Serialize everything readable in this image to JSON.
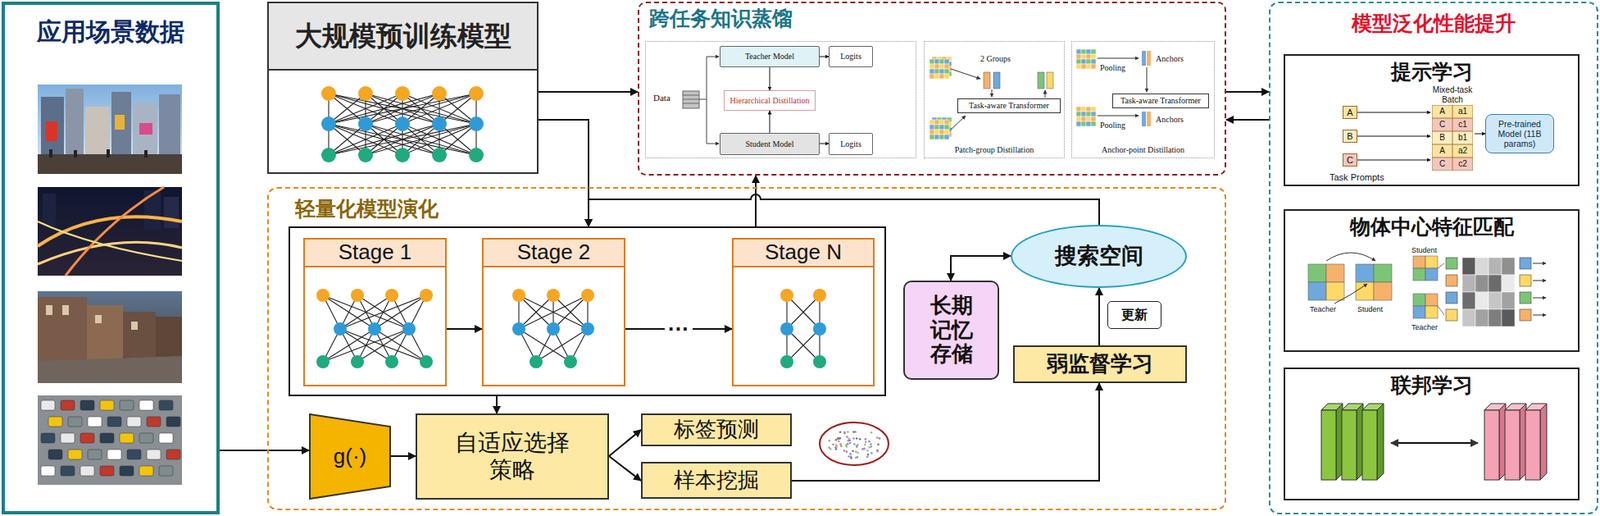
{
  "diagram": {
    "nodes": [
      {
        "text": [
          "应用场景数据"
        ]
      },
      {
        "text": [
          "大规模预训练模型"
        ]
      },
      {
        "text": [
          "跨任务知识蒸馏"
        ]
      },
      {
        "text": [
          "Data"
        ],
        "in": 2
      },
      {
        "text": [
          "Teacher Model"
        ],
        "in": 3
      },
      {
        "text": [
          "Logits"
        ],
        "in": 3
      },
      {
        "text": [
          "Hierarchical Distillation"
        ],
        "in": 3
      },
      {
        "text": [
          "Student Model"
        ],
        "in": 3
      },
      {
        "text": [
          "Logits"
        ],
        "in": 3
      },
      {
        "text": [
          "Patch-group Distillation"
        ],
        "in": 2
      },
      {
        "text": [
          "Task-aware Transformer"
        ],
        "in": 9
      },
      {
        "text": [
          "Anchor-point Distillation"
        ],
        "in": 2
      },
      {
        "text": [
          "Task-aware Transformer"
        ],
        "in": 11
      },
      {
        "text": [
          "模型泛化性能提升"
        ]
      },
      {
        "text": [
          "提示学习"
        ],
        "in": 13
      },
      {
        "text": [
          "A"
        ],
        "in": 14
      },
      {
        "text": [
          "B"
        ],
        "in": 14
      },
      {
        "text": [
          "C"
        ],
        "in": 14
      },
      {
        "text": [
          "Mixed-task Batch",
          "A",
          "a1",
          "C",
          "c1",
          "B",
          "b1",
          "A",
          "a2",
          "C",
          "c2"
        ],
        "in": 14
      },
      {
        "text": [
          "Pre-trained Model (11B params)"
        ],
        "in": 14
      },
      {
        "text": [
          "物体中心特征匹配"
        ],
        "in": 13
      },
      {
        "text": [
          "联邦学习"
        ],
        "in": 13
      },
      {
        "text": [
          "轻量化模型演化"
        ]
      },
      {
        "text": [],
        "in": 22
      },
      {
        "text": [
          "Stage 1"
        ],
        "in": 23
      },
      {
        "text": [
          "Stage 2"
        ],
        "in": 23
      },
      {
        "text": [
          "Stage N"
        ],
        "in": 23
      },
      {
        "text": [
          "搜索空间"
        ],
        "in": 22
      },
      {
        "text": [
          "长期记忆存储"
        ],
        "in": 22
      },
      {
        "text": [
          "更新"
        ],
        "in": 22
      },
      {
        "text": [
          "弱监督学习"
        ],
        "in": 22
      },
      {
        "text": [
          "g(·)"
        ],
        "in": 22
      },
      {
        "text": [
          "自适应选择策略"
        ],
        "in": 22
      },
      {
        "text": [
          "标签预测"
        ],
        "in": 22
      },
      {
        "text": [
          "样本挖掘"
        ],
        "in": 22
      }
    ],
    "edges": [
      {
        "from": 0,
        "to": 31,
        "arrow": "to"
      },
      {
        "from": 1,
        "to": 2,
        "arrow": "to"
      },
      {
        "from": 1,
        "to": 23,
        "arrow": "to"
      },
      {
        "from": 2,
        "to": 13,
        "arrow": "to"
      },
      {
        "from": 13,
        "to": 2,
        "arrow": "to"
      },
      {
        "from": 23,
        "to": 2,
        "arrow": "to"
      },
      {
        "from": 27,
        "to": 23,
        "arrow": "to"
      },
      {
        "from": 24,
        "to": 25,
        "arrow": "to"
      },
      {
        "from": 25,
        "to": 26,
        "arrow": "to",
        "label": "···"
      },
      {
        "from": 23,
        "to": 32,
        "arrow": "to"
      },
      {
        "from": 31,
        "to": 32,
        "arrow": "to"
      },
      {
        "from": 32,
        "to": 33,
        "arrow": "to"
      },
      {
        "from": 32,
        "to": 34,
        "arrow": "to"
      },
      {
        "from": 34,
        "to": 30,
        "arrow": "to"
      },
      {
        "from": 30,
        "to": 27,
        "arrow": "to"
      },
      {
        "from": 28,
        "to": 27,
        "arrow": "both"
      },
      {
        "from": 4,
        "to": 5,
        "arrow": "to"
      },
      {
        "from": 7,
        "to": 8,
        "arrow": "to"
      },
      {
        "from": 4,
        "to": 6,
        "arrow": "to"
      },
      {
        "from": 7,
        "to": 6,
        "arrow": "to"
      },
      {
        "from": 15,
        "to": 18,
        "arrow": "to"
      },
      {
        "from": 16,
        "to": 18,
        "arrow": "to"
      },
      {
        "from": 17,
        "to": 18,
        "arrow": "to"
      },
      {
        "from": 18,
        "to": 19,
        "arrow": "to"
      }
    ],
    "labels": [
      "2 Groups",
      "Pooling",
      "Anchors",
      "Pooling",
      "Anchors",
      "Task Prompts",
      "Teacher",
      "Student",
      "Student",
      "Teacher"
    ]
  }
}
